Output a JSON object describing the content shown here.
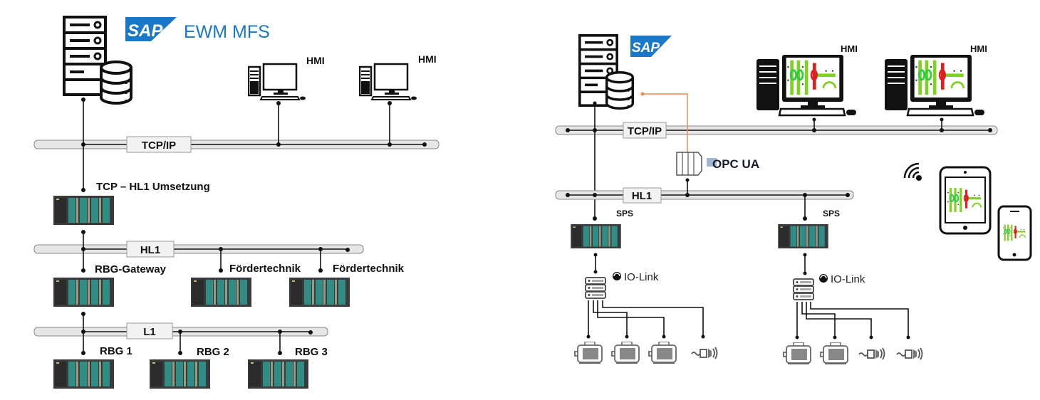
{
  "colors": {
    "sap_blue": "#1a78c8",
    "plc_teal": "#2f8d86",
    "plc_dark": "#3a3a3a",
    "opc_link": "#f08a4b",
    "bus_fill": "#e6e6e6"
  },
  "left": {
    "sap_logo": "SAP",
    "product": "EWM MFS",
    "hmi_1": "HMI",
    "hmi_2": "HMI",
    "bus_tcp": "TCP/IP",
    "converter": "TCP – HL1 Umsetzung",
    "bus_hl1": "HL1",
    "gateway": "RBG-Gateway",
    "conveyor_1": "Fördertechnik",
    "conveyor_2": "Fördertechnik",
    "bus_l1": "L1",
    "rbg_1": "RBG 1",
    "rbg_2": "RBG 2",
    "rbg_3": "RBG 3"
  },
  "right": {
    "sap_logo": "SAP",
    "hmi_1": "HMI",
    "hmi_2": "HMI",
    "bus_tcp": "TCP/IP",
    "opc": "OPC UA",
    "bus_hl1": "HL1",
    "sps_1": "SPS",
    "sps_2": "SPS",
    "iolink_1": "IO-Link",
    "iolink_2": "IO-Link",
    "iolink_bold": "IO"
  }
}
